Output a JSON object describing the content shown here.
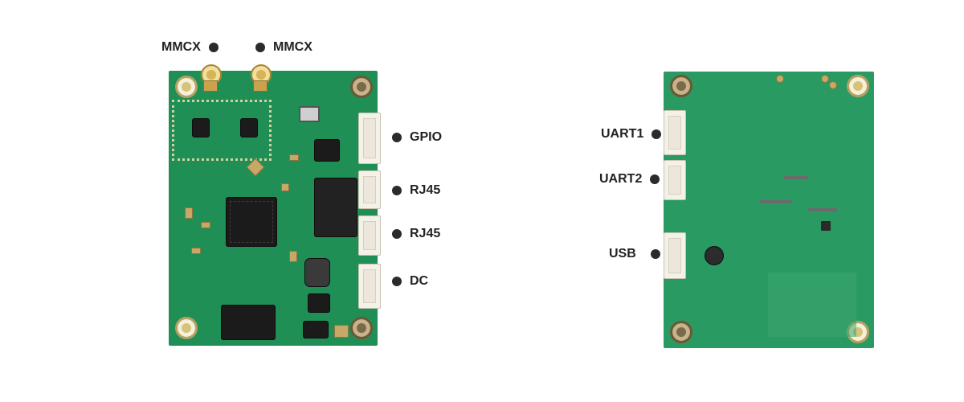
{
  "labels": {
    "mmcx_left": "MMCX",
    "mmcx_right": "MMCX",
    "gpio": "GPIO",
    "rj45_top": "RJ45",
    "rj45_bottom": "RJ45",
    "dc": "DC",
    "uart1": "UART1",
    "uart2": "UART2",
    "usb": "USB"
  },
  "colors": {
    "pcb_front": "#1f8f56",
    "pcb_back": "#2a9a63",
    "label_dot": "#2b2b2b",
    "label_text": "#222222"
  }
}
